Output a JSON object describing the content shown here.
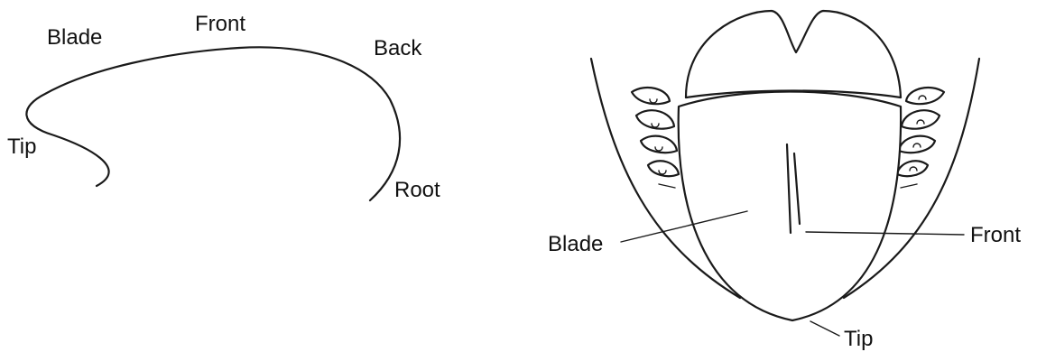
{
  "side_view": {
    "labels": {
      "blade": "Blade",
      "front": "Front",
      "back": "Back",
      "tip": "Tip",
      "root": "Root"
    }
  },
  "top_view": {
    "labels": {
      "blade": "Blade",
      "front": "Front",
      "tip": "Tip"
    }
  },
  "colors": {
    "stroke": "#1a1a1a",
    "background": "#ffffff"
  }
}
